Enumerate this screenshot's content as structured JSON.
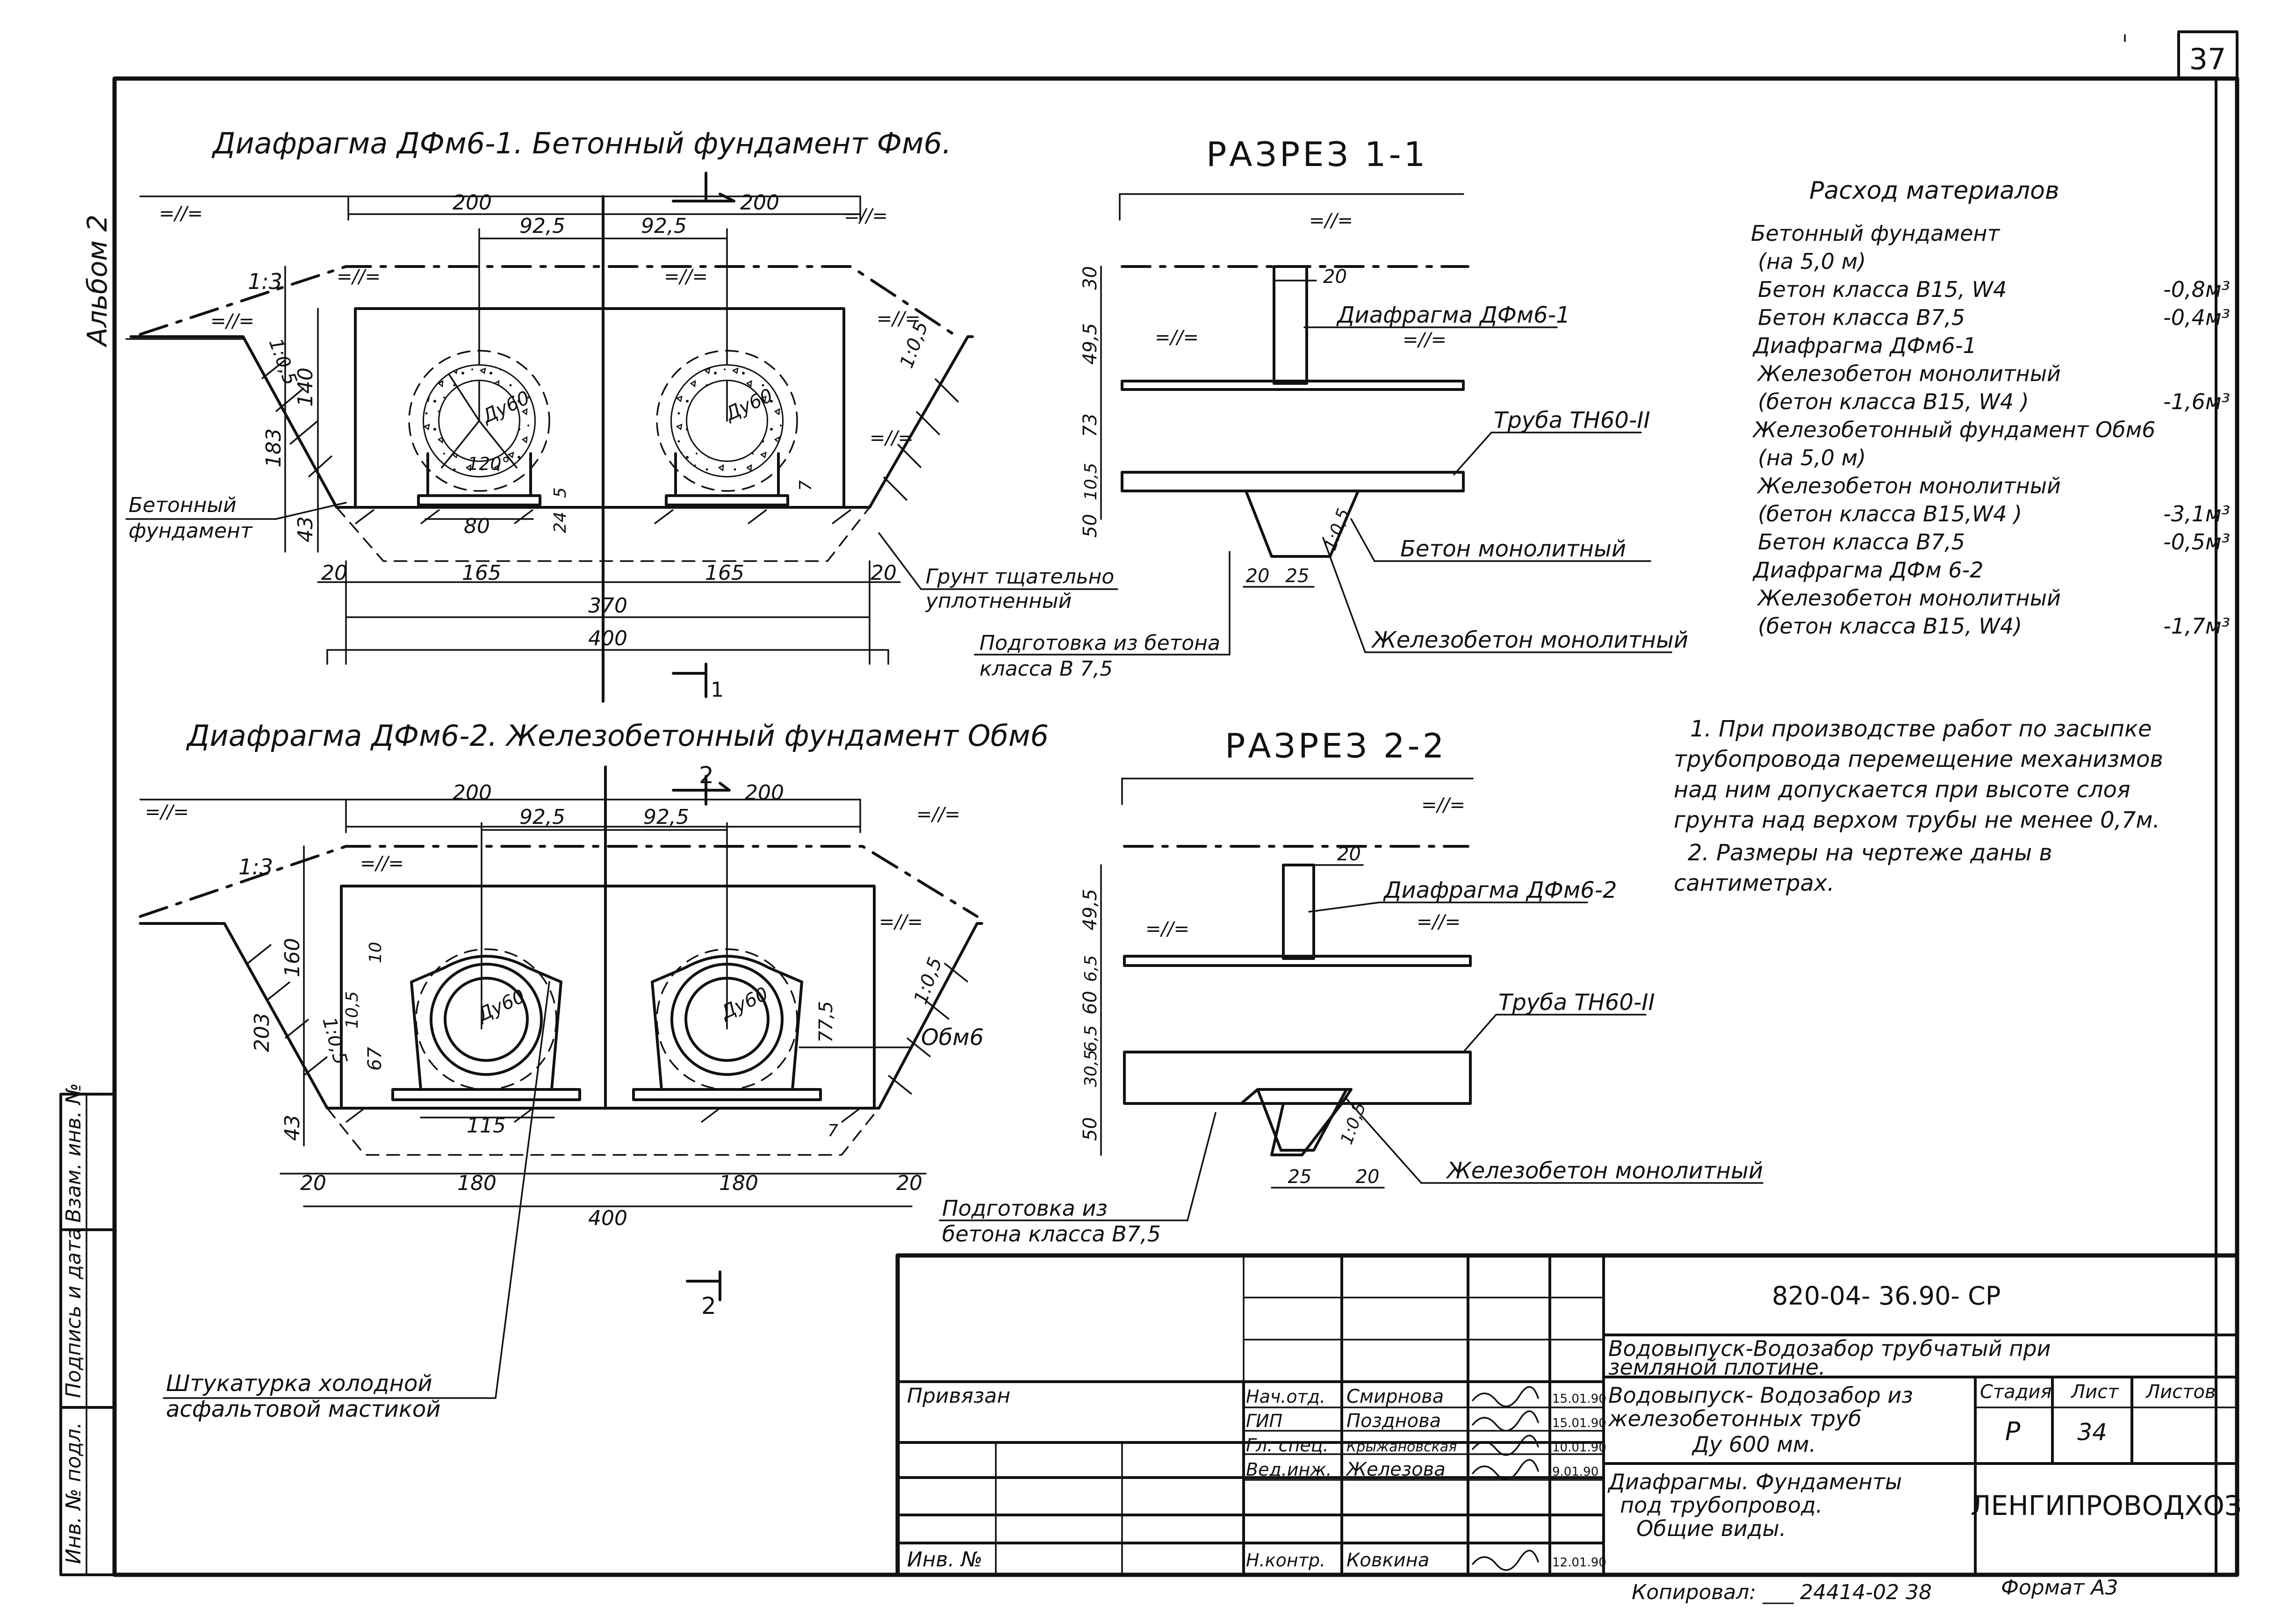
{
  "page_number": "37",
  "album": "Альбом 2",
  "top": {
    "title": "Диафрагма ДФм6-1.  Бетонный  фундамент  Фм6.",
    "dim_200_left": "200",
    "dim_200_right": "200",
    "dim_925_left": "92,5",
    "dim_925_right": "92,5",
    "slope_13": "1:3",
    "slope_105_left": "1:0,5",
    "slope_105_right": "1:0,5",
    "level_mark": "=//=",
    "pipe_label": "Ду60",
    "angle_120": "120°",
    "dim_140": "140",
    "dim_183": "183",
    "dim_43": "43",
    "dim_5": "5",
    "dim_24": "24",
    "dim_7": "7",
    "dim_80": "80",
    "dim_20_left": "20",
    "dim_165_left": "165",
    "dim_165_right": "165",
    "dim_20_right": "20",
    "dim_370": "370",
    "dim_400": "400",
    "section_mark": "1",
    "label_foundation_1": "Бетонный",
    "label_foundation_2": "фундамент",
    "label_ground_1": "Грунт тщательно",
    "label_ground_2": "уплотненный",
    "label_prep_1": "Подготовка из бетона",
    "label_prep_2": "класса  В 7,5"
  },
  "section1": {
    "title": "РАЗРЕЗ 1-1",
    "dim_30": "30",
    "dim_495": "49,5",
    "dim_73": "73",
    "dim_105": "10,5",
    "dim_50": "50",
    "dim_20": "20",
    "dim_20b": "20",
    "dim_25": "25",
    "slope": "1:0,5",
    "label_diaphragm": "Диафрагма ДФм6-1",
    "label_pipe": "Труба ТН60-II",
    "label_concrete": "Бетон монолитный",
    "label_rc": "Железобетон монолитный",
    "level_mark": "=//="
  },
  "materials": {
    "title": "Расход  материалов",
    "rows": [
      {
        "text": "Бетонный      фундамент",
        "value": ""
      },
      {
        "text": "(на  5,0 м)",
        "value": ""
      },
      {
        "text": "Бетон   класса   В15, W4",
        "value": "-0,8м³"
      },
      {
        "text": "Бетон   класса   В7,5",
        "value": "-0,4м³"
      },
      {
        "text": "Диафрагма  ДФм6-1",
        "value": ""
      },
      {
        "text": "Железобетон  монолитный",
        "value": ""
      },
      {
        "text": "(бетон  класса   В15, W4 )",
        "value": "-1,6м³"
      },
      {
        "text": "Железобетонный  фундамент  Обм6",
        "value": ""
      },
      {
        "text": "(на  5,0 м)",
        "value": ""
      },
      {
        "text": "Железобетон   монолитный",
        "value": ""
      },
      {
        "text": "(бетон  класса   В15,W4 )",
        "value": "-3,1м³"
      },
      {
        "text": "Бетон    класса    В7,5",
        "value": "-0,5м³"
      },
      {
        "text": "Диафрагма  ДФм 6-2",
        "value": ""
      },
      {
        "text": "Железобетон   монолитный",
        "value": ""
      },
      {
        "text": "(бетон  класса   В15, W4)",
        "value": "-1,7м³"
      }
    ]
  },
  "notes": [
    "1. При производстве работ по засыпке",
    "трубопровода перемещение механизмов",
    "над ним допускается при высоте слоя",
    "грунта над верхом трубы не менее 0,7м.",
    "2. Размеры на чертеже даны  в",
    "сантиметрах."
  ],
  "bottom": {
    "title": "Диафрагма ДФм6-2. Железобетонный фундамент Обм6",
    "dim_200_left": "200",
    "dim_200_right": "200",
    "dim_925_left": "92,5",
    "dim_925_right": "92,5",
    "slope_13": "1:3",
    "slope_105_left": "1:0,5",
    "slope_105_right": "1:0,5",
    "level_mark": "=//=",
    "pipe_label": "Ду60",
    "dim_160": "160",
    "dim_203": "203",
    "dim_43": "43",
    "dim_10": "10",
    "dim_105": "10,5",
    "dim_67": "67",
    "dim_775": "77,5",
    "dim_7": "7",
    "dim_115": "115",
    "dim_20_left": "20",
    "dim_180_left": "180",
    "dim_180_right": "180",
    "dim_20_right": "20",
    "dim_400": "400",
    "section_mark": "2",
    "label_obm6": "Обм6",
    "label_plaster_1": "Штукатурка  холодной",
    "label_plaster_2": "асфальтовой  мастикой"
  },
  "section2": {
    "title": "РАЗРЕЗ  2-2",
    "dim_495": "49,5",
    "dim_65a": "6,5",
    "dim_60": "60",
    "dim_65b": "6,5",
    "dim_305": "30,5",
    "dim_50": "50",
    "dim_20": "20",
    "dim_25": "25",
    "dim_20b": "20",
    "slope": "1:0,5",
    "label_diaphragm": "Диафрагма ДФм6-2",
    "label_pipe": "Труба ТН60-II",
    "label_rc": "Железобетон монолитный",
    "label_prep_1": "Подготовка  из",
    "label_prep_2": "бетона  класса В7,5",
    "level_mark": "=//="
  },
  "stamp": {
    "code": "820-04- 36.90- СР",
    "project_1": "Водовыпуск-Водозабор   трубчатый      при",
    "project_2": "земляной      плотине.",
    "object_1": "Водовыпуск- Водозабор из",
    "object_2": "железобетонных   труб",
    "object_3": "Ду 600 мм.",
    "sheet_title_1": "Диафрагмы. Фундаменты",
    "sheet_title_2": "под  трубопровод.",
    "sheet_title_3": "Общие   виды.",
    "stage_label": "Стадия",
    "sheet_label": "Лист",
    "sheets_label": "Листов",
    "stage": "Р",
    "sheet": "34",
    "sheets": "",
    "org": "ЛЕНГИПРОВОДХОЗ",
    "bound_label": "Привязан",
    "inv_label": "Инв. №",
    "signers": [
      {
        "role": "Нач.отд.",
        "name": "Смирнова",
        "date": "15.01.90"
      },
      {
        "role": "ГИП",
        "name": "Позднова",
        "date": "15.01.90"
      },
      {
        "role": "Гл. спец.",
        "name": "Крыжановская",
        "date": "10.01.90"
      },
      {
        "role": "Вед.инж.",
        "name": "Железова",
        "date": "9.01.90"
      },
      {
        "role": "Н.контр.",
        "name": "Ковкина",
        "date": "12.01.90"
      }
    ],
    "copied": "Копировал:  ___ 24414-02  38",
    "format": "Формат А3"
  },
  "side": {
    "inv_orig": "Инв. № подл.",
    "sign_date": "Подпись и дата",
    "replace_inv": "Взам. инв. №"
  }
}
